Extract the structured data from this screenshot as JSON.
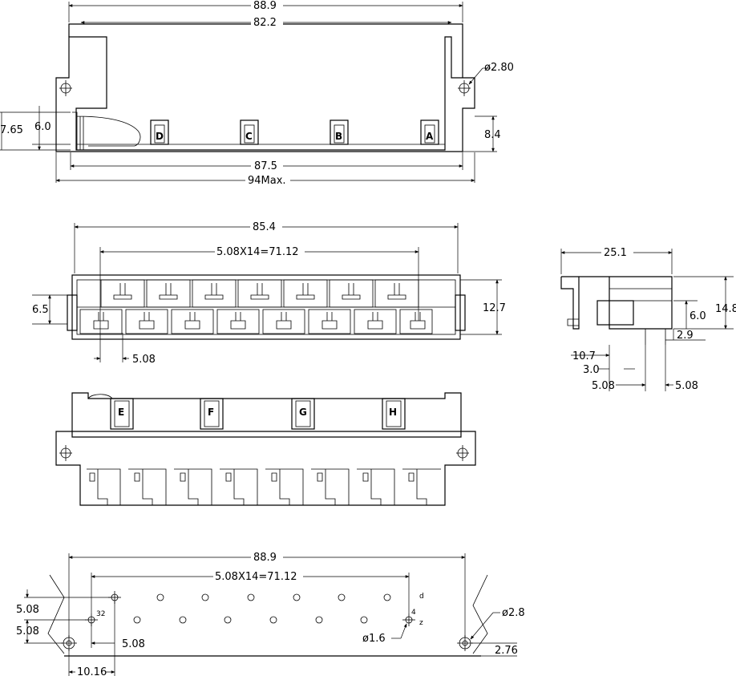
{
  "top_view": {
    "dims": {
      "width_outer": "88.9",
      "width_inner": "82.2",
      "hole_dia": "ø2.80",
      "left_h1": "7.65",
      "left_h2": "6.0",
      "right_h": "8.4",
      "bottom_w1": "87.5",
      "bottom_w2": "94Max."
    },
    "slot_letters": [
      "D",
      "C",
      "B",
      "A"
    ]
  },
  "front_view": {
    "dims": {
      "width": "85.4",
      "pitch": "5.08X14=71.12",
      "left_h": "6.5",
      "right_h": "12.7",
      "bottom_pitch": "5.08"
    }
  },
  "side_view": {
    "dims": {
      "width": "25.1",
      "height": "14.8",
      "d1": "6.0",
      "d2": "2.9",
      "d3": "10.7",
      "d4": "3.0",
      "pitch_a": "5.08",
      "pitch_b": "5.08"
    }
  },
  "rear_view": {
    "slot_letters": [
      "E",
      "F",
      "G",
      "H"
    ]
  },
  "pcb_layout": {
    "dims": {
      "width": "88.9",
      "pitch": "5.08X14=71.12",
      "left_a": "5.08",
      "left_b": "5.08",
      "pin_offset": "5.08",
      "edge_offset": "10.16",
      "mount_hole": "ø2.8",
      "pin_hole": "ø1.6",
      "right_edge": "2.76"
    },
    "row_labels": {
      "d": "d",
      "z": "z",
      "first_pin": "32",
      "last_pin": "4"
    }
  }
}
